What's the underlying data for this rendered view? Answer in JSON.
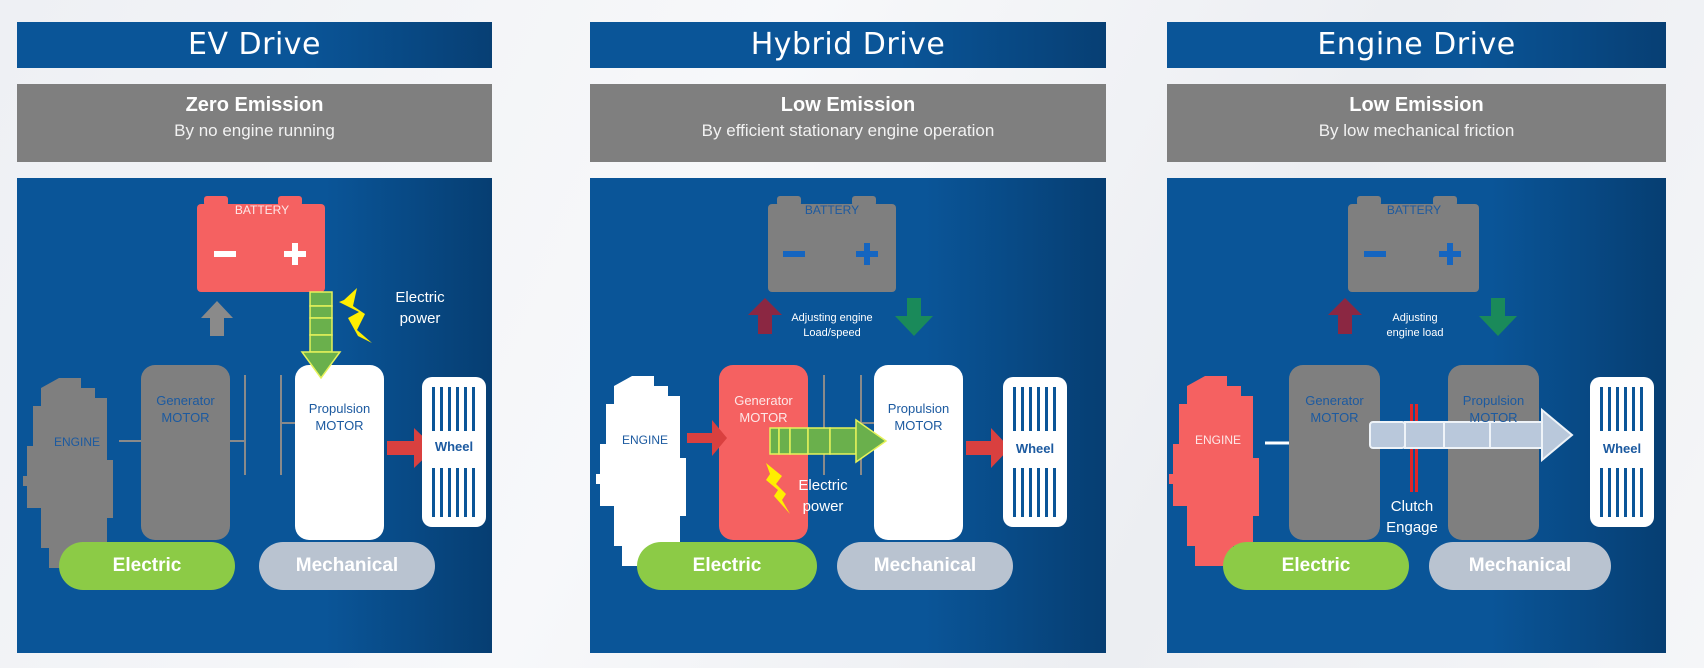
{
  "panels": [
    {
      "title": "EV Drive",
      "emission": "Zero Emission",
      "description": "By no engine running",
      "battery_label": "BATTERY",
      "battery_minus": "−",
      "battery_plus": "+",
      "engine_label": "ENGINE",
      "generator_label": [
        "Generator",
        "MOTOR"
      ],
      "propulsion_label": [
        "Propulsion",
        "MOTOR"
      ],
      "wheel_label": "Wheel",
      "flow_note": [
        "Electric",
        "power"
      ],
      "legend_electric": "Electric",
      "legend_mechanical": "Mechanical",
      "active_components": [
        "battery",
        "propulsion_motor"
      ],
      "colors": {
        "battery": "#f56161",
        "engine": "#7f7f7f",
        "generator": "#7f7f7f",
        "propulsion": "#ffffff"
      }
    },
    {
      "title": "Hybrid Drive",
      "emission": "Low Emission",
      "description": "By efficient stationary engine operation",
      "battery_label": "BATTERY",
      "battery_minus": "−",
      "battery_plus": "+",
      "battery_note": [
        "Adjusting engine",
        "Load/speed"
      ],
      "engine_label": "ENGINE",
      "generator_label": [
        "Generator",
        "MOTOR"
      ],
      "propulsion_label": [
        "Propulsion",
        "MOTOR"
      ],
      "wheel_label": "Wheel",
      "flow_note": [
        "Electric",
        "power"
      ],
      "legend_electric": "Electric",
      "legend_mechanical": "Mechanical",
      "active_components": [
        "engine",
        "generator_motor",
        "propulsion_motor"
      ],
      "colors": {
        "battery": "#7f7f7f",
        "engine": "#ffffff",
        "generator": "#f56161",
        "propulsion": "#ffffff"
      }
    },
    {
      "title": "Engine Drive",
      "emission": "Low Emission",
      "description": "By low mechanical friction",
      "battery_label": "BATTERY",
      "battery_minus": "−",
      "battery_plus": "+",
      "battery_note": [
        "Adjusting",
        "engine load"
      ],
      "engine_label": "ENGINE",
      "generator_label": [
        "Generator",
        "MOTOR"
      ],
      "propulsion_label": [
        "Propulsion",
        "MOTOR"
      ],
      "wheel_label": "Wheel",
      "clutch_note": [
        "Clutch",
        "Engage"
      ],
      "legend_electric": "Electric",
      "legend_mechanical": "Mechanical",
      "active_components": [
        "engine",
        "clutch"
      ],
      "colors": {
        "battery": "#7f7f7f",
        "engine": "#f56161",
        "generator": "#7f7f7f",
        "propulsion": "#7f7f7f"
      }
    }
  ],
  "palette": {
    "brand_blue": "#0a5598",
    "electric_green": "#8ccb46",
    "mechanical_gray": "#b9c3d0",
    "active_red": "#f56161",
    "arrow_red": "#d9403f",
    "charge_arrow": "#8b2742",
    "discharge_arrow": "#1a8a5a",
    "lightning": "#ffee00",
    "clutch": "#e0262a"
  }
}
